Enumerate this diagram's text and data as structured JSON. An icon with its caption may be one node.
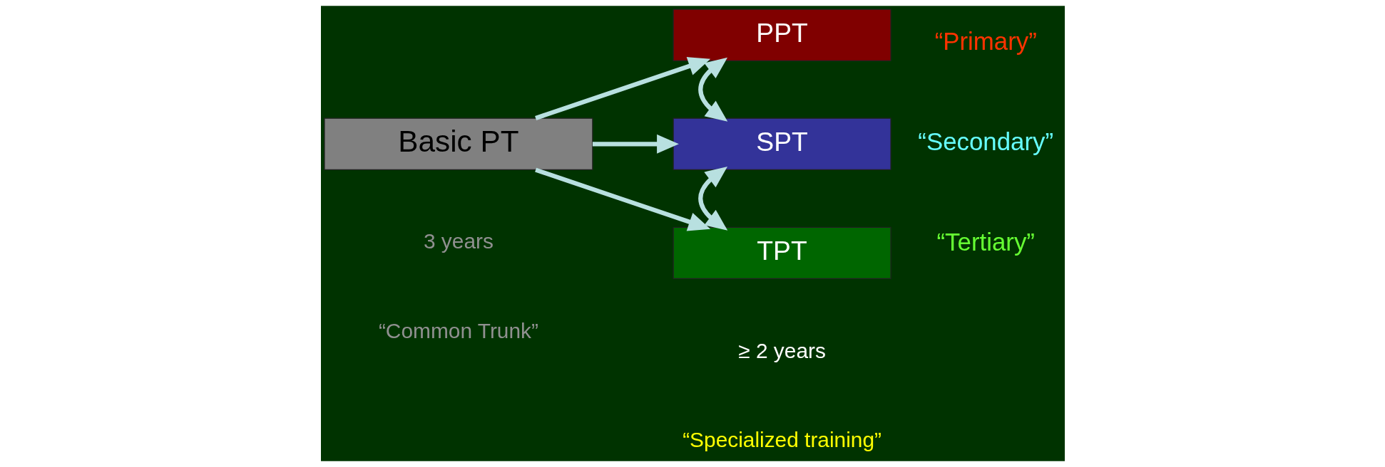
{
  "diagram": {
    "nodes": [
      {
        "text": [
          "Basic PT"
        ]
      },
      {
        "text": [
          "PPT"
        ],
        "beside": [
          "“Primary”"
        ]
      },
      {
        "text": [
          "SPT"
        ],
        "beside": [
          "“Secondary”"
        ]
      },
      {
        "text": [
          "TPT"
        ],
        "beside": [
          "“Tertiary”"
        ]
      }
    ],
    "edges": [
      {
        "from": 0,
        "to": 1,
        "arrow": "to"
      },
      {
        "from": 0,
        "to": 2,
        "arrow": "to"
      },
      {
        "from": 0,
        "to": 3,
        "arrow": "to"
      },
      {
        "from": 1,
        "to": 2,
        "arrow": "both"
      },
      {
        "from": 2,
        "to": 3,
        "arrow": "both"
      }
    ],
    "labels": [
      "3 years",
      "“Common Trunk”",
      "≥ 2 years",
      "“Specialized training”"
    ]
  }
}
